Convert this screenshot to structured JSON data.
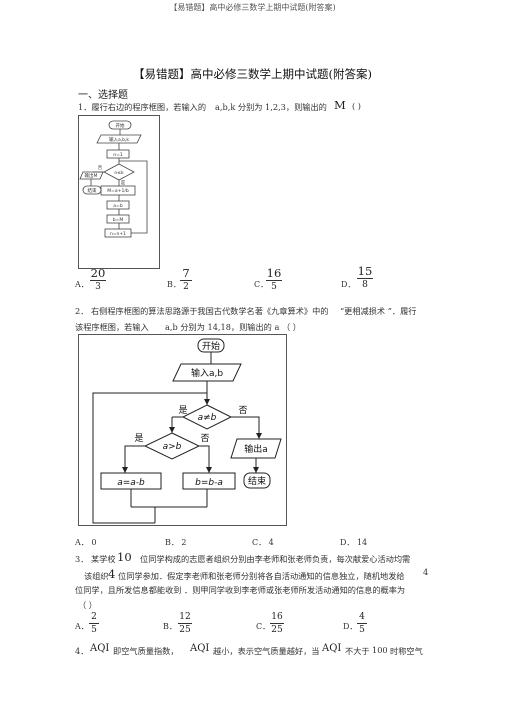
{
  "header": "【易错题】高中必修三数学上期中试题(附答案)",
  "title": "【易错题】高中必修三数学上期中试题(附答案)",
  "section": "一、选择题",
  "q1": {
    "stem_a": "1．履行右边的程序框图，若输入的",
    "stem_b": "a,b,k 分别为 1,2,3，则输出的",
    "stem_m": "M",
    "stem_c": "(    )",
    "fig_labels": [
      "开始",
      "输入a,b,k",
      "n=1",
      "n≤k",
      "M=a+1/b",
      "a=b",
      "b=M",
      "n=n+1",
      "输出M",
      "结束",
      "是",
      "否"
    ],
    "options": [
      {
        "letter": "A．",
        "num": "20",
        "den": "3"
      },
      {
        "letter": "B．",
        "num": "7",
        "den": "2"
      },
      {
        "letter": "C．",
        "num": "16",
        "den": "5"
      },
      {
        "letter": "D．",
        "num": "15",
        "den": "8"
      }
    ]
  },
  "q2": {
    "line1_a": "2．  右侧程序框图的算法思路源于我国古代数学名著《九章算术》中的",
    "line1_b": "“更相减损术   ”．履行",
    "line2_a": "该程序框图，若输入",
    "line2_b": "a,b 分别为 14,18，则输出的  a （    ）",
    "fig": {
      "start": "开始",
      "input": "输入a,b",
      "cond1": "a≠b",
      "yes1": "是",
      "no1": "否",
      "cond2": "a>b",
      "yes2": "是",
      "no2": "否",
      "box_left": "a=a-b",
      "box_right": "b=b-a",
      "output": "输出a",
      "end": "结束"
    },
    "options": [
      "A．   0",
      "B．   2",
      "C．   4",
      "D．  14"
    ]
  },
  "q3": {
    "line1_a": "3．  某学校",
    "line1_num": "10",
    "line1_b": "位同学构成的志愿者组织分别由李老师和张老师负责，每次献爱心活动均需",
    "line2_a": "该组织",
    "line2_num": "4",
    "line2_b": "位同学参加．假定李老师和张老师分别将各自活动通知的信息独立，随机地发给",
    "line2_c": "4",
    "line3": "位同学，且所发信息都能收到      ．则甲同学收到李老师或张老师所发活动通知的信息的概率为",
    "line4": "（    ）",
    "options": [
      {
        "letter": "A．",
        "num": "2",
        "den": "5"
      },
      {
        "letter": "B．",
        "num": "12",
        "den": "25"
      },
      {
        "letter": "C．",
        "num": "16",
        "den": "25"
      },
      {
        "letter": "D．",
        "num": "4",
        "den": "5"
      }
    ]
  },
  "q4": {
    "a": "4．",
    "b": "AQI",
    "c": "即空气质量指数，",
    "d": "AQI",
    "e": "越小，表示空气质量越好，当",
    "f": "AQI",
    "g": "不大于",
    "h": "100",
    "i": "时称空气"
  }
}
